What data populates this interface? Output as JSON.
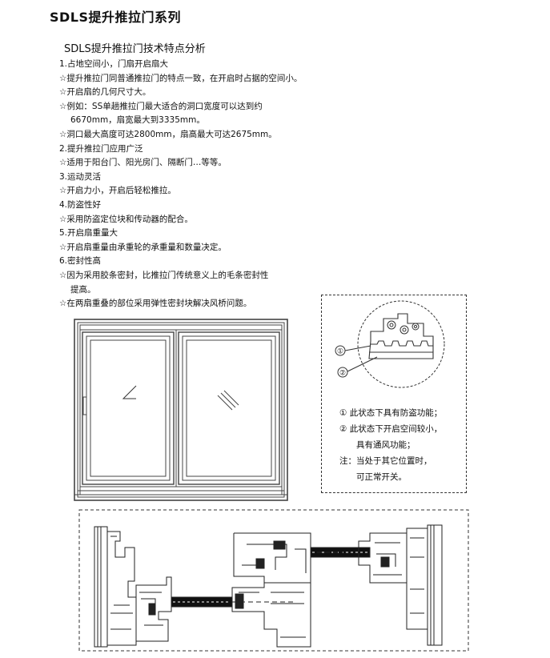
{
  "page": {
    "title": "SDLS提升推拉门系列",
    "subtitle": "SDLS提升推拉门技术特点分析"
  },
  "features": [
    {
      "text": "1.占地空间小，门扇开启扇大",
      "indent": false
    },
    {
      "text": "☆提升推拉门同普通推拉门的特点一致，在开启时占据的空间小。",
      "indent": false
    },
    {
      "text": "☆开启扇的几何尺寸大。",
      "indent": false
    },
    {
      "text": "☆例如：SS单趟推拉门最大适合的洞口宽度可以达到约",
      "indent": false
    },
    {
      "text": "6670mm，扇宽最大到3335mm。",
      "indent": true
    },
    {
      "text": "☆洞口最大高度可达2800mm，扇高最大可达2675mm。",
      "indent": false
    },
    {
      "text": "2.提升推拉门应用广泛",
      "indent": false
    },
    {
      "text": "☆适用于阳台门、阳光房门、隔断门…等等。",
      "indent": false
    },
    {
      "text": "3.运动灵活",
      "indent": false
    },
    {
      "text": "☆开启力小，开启后轻松推拉。",
      "indent": false
    },
    {
      "text": "4.防盗性好",
      "indent": false
    },
    {
      "text": "☆采用防盗定位块和传动器的配合。",
      "indent": false
    },
    {
      "text": "5.开启扇重量大",
      "indent": false
    },
    {
      "text": "☆开启扇重量由承重轮的承重量和数量决定。",
      "indent": false
    },
    {
      "text": "6.密封性高",
      "indent": false
    },
    {
      "text": "☆因为采用胶条密封，比推拉门传统意义上的毛条密封性",
      "indent": false
    },
    {
      "text": "提高。",
      "indent": true
    },
    {
      "text": "☆在两扇重叠的部位采用弹性密封块解决风桥问题。",
      "indent": false
    }
  ],
  "callout": {
    "markers": [
      "①",
      "②"
    ],
    "notes": [
      {
        "text": "① 此状态下具有防盗功能；",
        "sub": false
      },
      {
        "text": "② 此状态下开启空间较小，",
        "sub": false
      },
      {
        "text": "具有通风功能；",
        "sub": true
      },
      {
        "text": "注：当处于其它位置时，",
        "sub": false
      },
      {
        "text": "可正常开关。",
        "sub": true
      }
    ]
  }
}
